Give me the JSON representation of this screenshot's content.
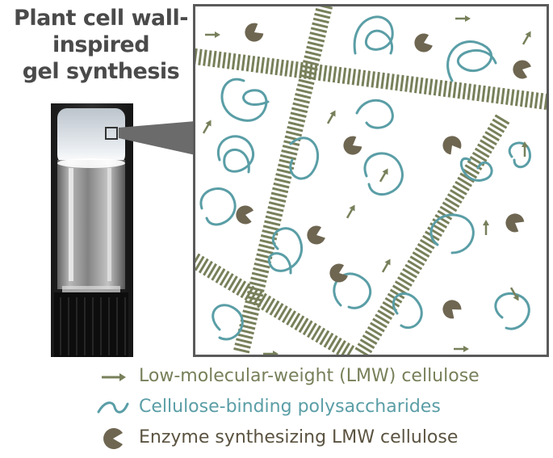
{
  "title": {
    "line1": "Plant cell wall-",
    "line2": "inspired",
    "line3": "gel synthesis"
  },
  "colors": {
    "title": "#4a4a4a",
    "cellulose": "#77805a",
    "polysaccharide": "#5a9ea6",
    "enzyme": "#6e6651",
    "border": "#5a5a5a"
  },
  "legend": {
    "items": [
      {
        "icon": "arrow-icon",
        "label": "Low-molecular-weight (LMW) cellulose",
        "color": "#77805a"
      },
      {
        "icon": "squiggle-icon",
        "label": "Cellulose-binding polysaccharides",
        "color": "#5a9ea6"
      },
      {
        "icon": "pacman-icon",
        "label": "Enzyme synthesizing LMW cellulose",
        "color": "#5b5341"
      }
    ]
  }
}
